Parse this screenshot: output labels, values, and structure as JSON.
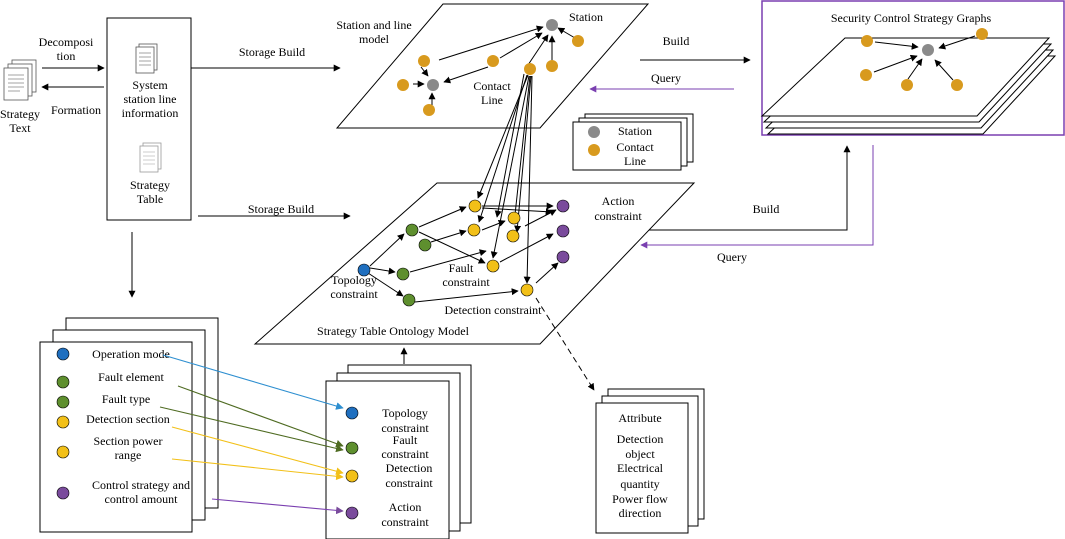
{
  "colors": {
    "gray_node": "#8a8a8a",
    "orange_node": "#d89a1e",
    "blue_node": "#1f6fbf",
    "green_node": "#5e8f2e",
    "yellow_node": "#f2c018",
    "purple_node": "#7a4b9c",
    "purple_line": "#7a3fb0",
    "blue_line": "#2e8fd0",
    "green_line": "#4f6b22",
    "yellow_line": "#f2c018"
  },
  "left": {
    "strategy_text": [
      "Strategy",
      "Text"
    ],
    "decomposition": [
      "Decomposi",
      "tion"
    ],
    "formation": "Formation",
    "system_info": [
      "System",
      "station line",
      "information"
    ],
    "strategy_table": [
      "Strategy",
      "Table"
    ]
  },
  "edges": {
    "storage_build_top": "Storage Build",
    "storage_build_mid": "Storage Build",
    "build_top": "Build",
    "query_top": "Query",
    "build_right": "Build",
    "query_right": "Query"
  },
  "station_model": {
    "title": [
      "Station and line",
      "model"
    ],
    "station_label": "Station",
    "contact_label": [
      "Contact",
      "Line"
    ]
  },
  "legend": {
    "station": "Station",
    "contact": [
      "Contact",
      "Line"
    ]
  },
  "graphs_box": {
    "title": "Security Control Strategy Graphs"
  },
  "ontology": {
    "title": "Strategy Table Ontology Model",
    "action": [
      "Action",
      "constraint"
    ],
    "topology": [
      "Topology",
      "constraint"
    ],
    "fault": [
      "Fault",
      "constraint"
    ],
    "detection": "Detection constraint"
  },
  "table_card": {
    "items": [
      {
        "label": [
          "Operation mode"
        ],
        "color": "blue"
      },
      {
        "label": [
          "Fault element"
        ],
        "color": "green"
      },
      {
        "label": [
          "Fault type"
        ],
        "color": "green"
      },
      {
        "label": [
          "Detection section"
        ],
        "color": "yellow"
      },
      {
        "label": [
          "Section power",
          "range"
        ],
        "color": "yellow"
      },
      {
        "label": [
          "Control strategy and",
          "control amount"
        ],
        "color": "purple"
      }
    ]
  },
  "constraint_card": {
    "items": [
      {
        "label": [
          "Topology",
          "constraint"
        ],
        "color": "blue"
      },
      {
        "label": [
          "Fault",
          "constraint"
        ],
        "color": "green"
      },
      {
        "label": [
          "Detection",
          "constraint"
        ],
        "color": "yellow"
      },
      {
        "label": [
          "Action",
          "constraint"
        ],
        "color": "purple"
      }
    ]
  },
  "attribute_card": {
    "lines": [
      "Attribute",
      "Detection",
      "object",
      "Electrical",
      "quantity",
      "Power flow",
      "direction"
    ]
  }
}
